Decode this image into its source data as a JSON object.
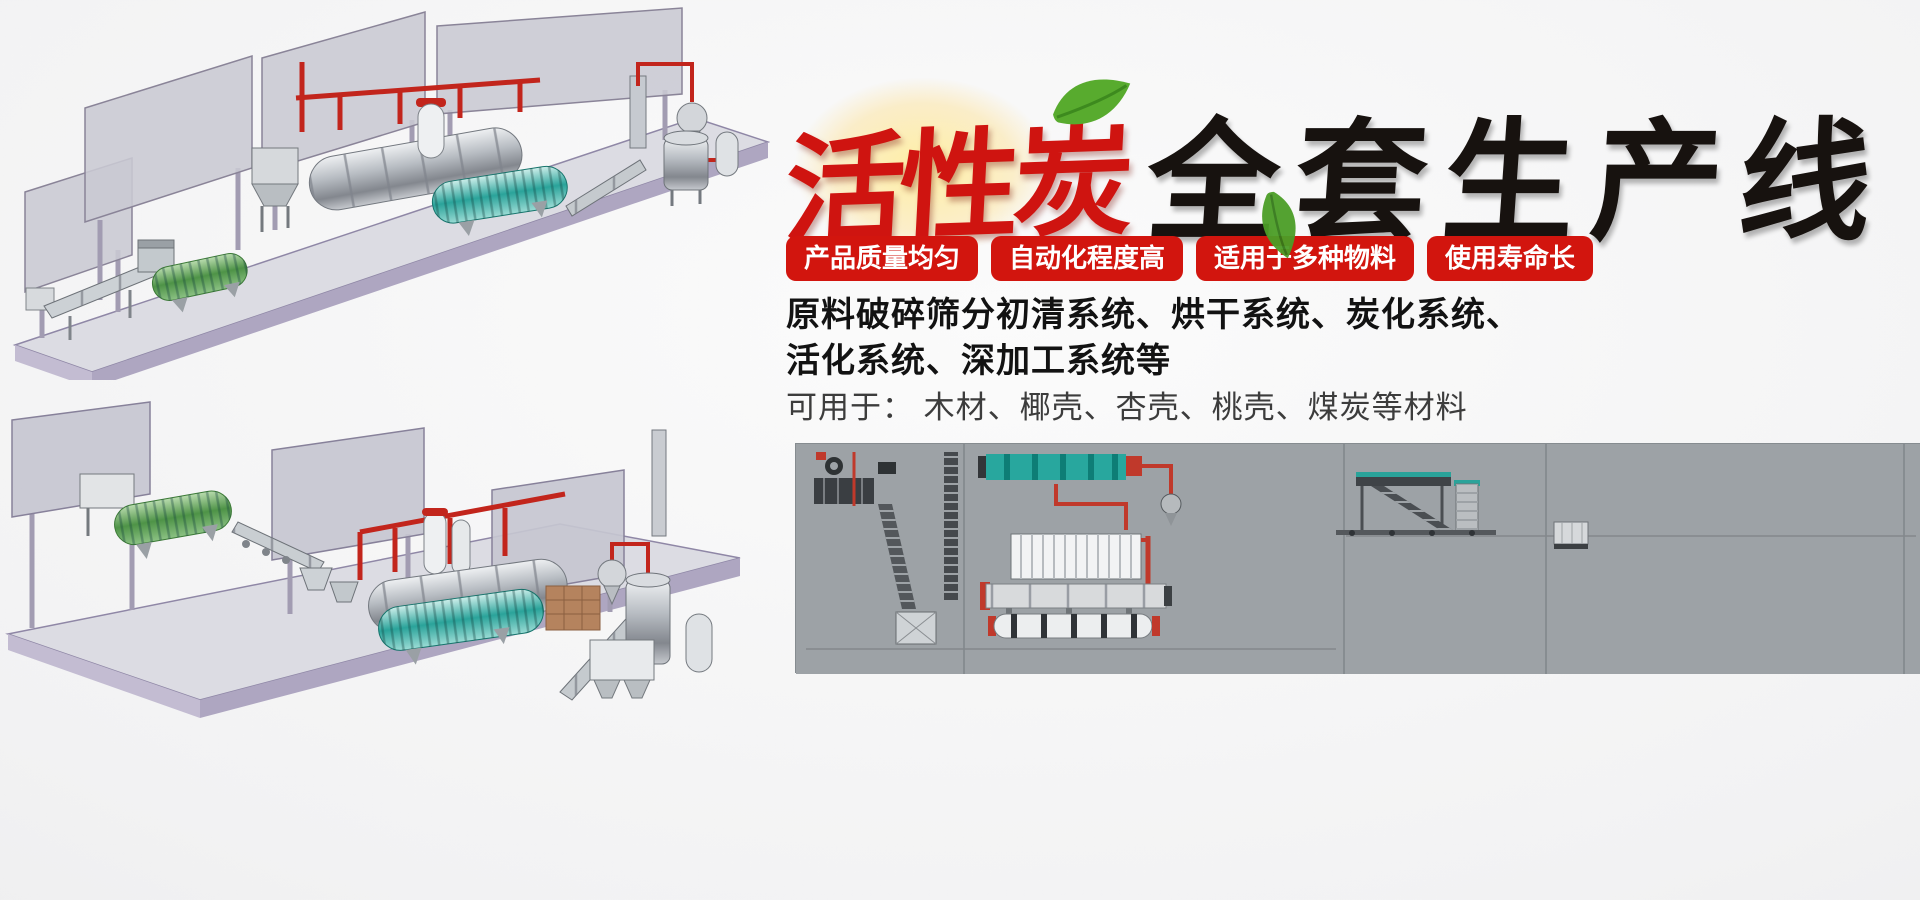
{
  "banner": {
    "title": {
      "red": "活性炭",
      "black": "全套生产线"
    },
    "badges": [
      "产品质量均匀",
      "自动化程度高",
      "适用于多种物料",
      "使用寿命长"
    ],
    "description": {
      "line1": "原料破碎筛分初清系统、烘干系统、炭化系统、",
      "line2": "活化系统、深加工系统等"
    },
    "usage": "可用于： 木材、椰壳、杏壳、桃壳、煤炭等材料"
  },
  "colors": {
    "title_red": "#cf1410",
    "title_black": "#17120f",
    "badge_bg": "#d2150e",
    "badge_text": "#ffffff",
    "leaf_green": "#58ab2e",
    "machine_teal": "#2aa39a",
    "machine_green": "#4e9347",
    "pipe_red": "#c2251c",
    "platform_purple": "#aea6c1",
    "diagram_bg": "#9da2a6"
  },
  "images": {
    "render_top": "3d-render-production-line-top",
    "render_bottom": "3d-render-production-line-bottom",
    "diagram": "plant-layout-schematic"
  }
}
